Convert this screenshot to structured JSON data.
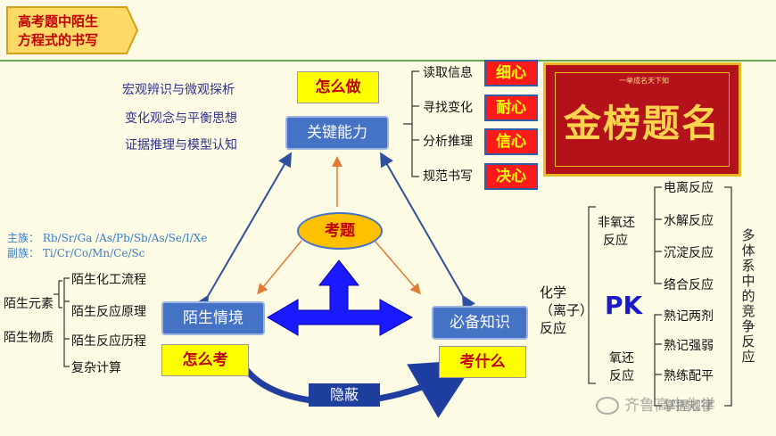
{
  "title": {
    "line1": "高考题中陌生",
    "line2": "方程式的书写"
  },
  "top_center": {
    "how_to_do": "怎么做",
    "key_ability": "关键能力"
  },
  "left_concepts": [
    "宏观辨识与微观探析",
    "变化观念与平衡思想",
    "证据推理与模型认知"
  ],
  "right_steps": [
    {
      "label": "读取信息",
      "tag": "细心"
    },
    {
      "label": "寻找变化",
      "tag": "耐心"
    },
    {
      "label": "分析推理",
      "tag": "信心"
    },
    {
      "label": "规范书写",
      "tag": "决心"
    }
  ],
  "banner": {
    "main": "金榜题名",
    "sub": "一举成名天下知"
  },
  "groups": {
    "main": "主族：  Rb/Sr/Ga  /As/Pb/Sb/As/Se/I/Xe",
    "sub": "副族：  Ti/Cr/Co/Mn/Ce/Sc"
  },
  "center": {
    "exam_question": "考题",
    "hidden": "隐蔽"
  },
  "left_node": {
    "title": "陌生情境",
    "how_to_test": "怎么考",
    "items": [
      "陌生化工流程",
      "陌生反应原理",
      "陌生反应历程",
      "复杂计算"
    ],
    "sources": [
      "陌生元素",
      "陌生物质"
    ]
  },
  "right_node": {
    "title": "必备知识",
    "what_to_test": "考什么"
  },
  "chem": {
    "label_l1": "化学",
    "label_l2": "（离子）",
    "label_l3": "反应",
    "pk": "PK"
  },
  "non_redox": {
    "label_l1": "非氧还",
    "label_l2": "反应",
    "items": [
      "电离反应",
      "水解反应",
      "沉淀反应",
      "络合反应"
    ]
  },
  "redox": {
    "label_l1": "氧还",
    "label_l2": "反应",
    "items": [
      "熟记两剂",
      "熟记强弱",
      "熟练配平",
      "掌握规律"
    ]
  },
  "multi_system": "多体系中的竞争反应",
  "watermark": "齐鲁高中化学"
}
